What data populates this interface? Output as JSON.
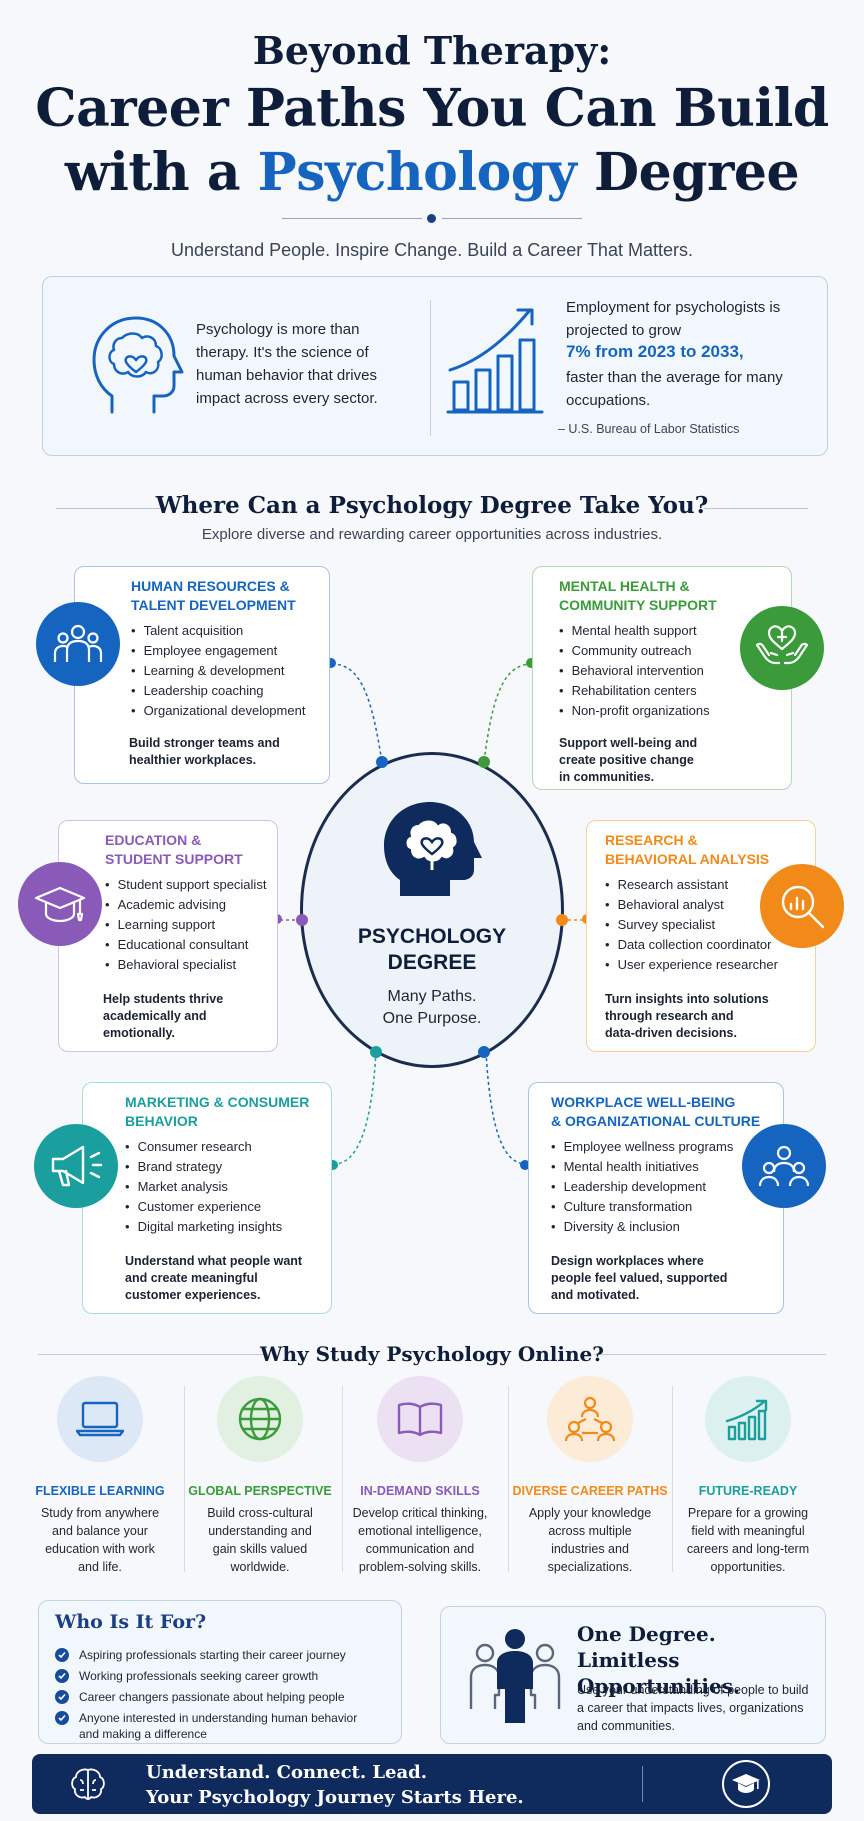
{
  "header": {
    "line1": "Beyond Therapy:",
    "line2": "Career Paths You Can Build",
    "line3_prefix": "with a ",
    "line3_accent": "Psychology",
    "line3_suffix": " Degree",
    "subtitle": "Understand People. Inspire Change. Build a Career That Matters."
  },
  "intro": {
    "left_text": "Psychology is more than therapy. It's the science of human behavior that drives impact across every sector.",
    "stat_prefix": "Employment for psychologists is projected to grow",
    "stat_accent": "7% from 2023 to 2033,",
    "stat_suffix": "faster than the average for many occupations.",
    "source": "– U.S. Bureau of Labor Statistics"
  },
  "where": {
    "title": "Where Can a Psychology Degree Take You?",
    "subtitle": "Explore diverse and rewarding career opportunities across industries."
  },
  "center": {
    "title_line1": "PSYCHOLOGY",
    "title_line2": "DEGREE",
    "tagline_line1": "Many Paths.",
    "tagline_line2": "One Purpose."
  },
  "careers": [
    {
      "title_line1": "HUMAN RESOURCES &",
      "title_line2": "TALENT DEVELOPMENT",
      "color": "#1565c0",
      "items": [
        "Talent acquisition",
        "Employee engagement",
        "Learning & development",
        "Leadership coaching",
        "Organizational development"
      ],
      "foot_line1": "Build stronger teams and",
      "foot_line2": "healthier workplaces.",
      "foot_line3": "",
      "icon": "team-icon"
    },
    {
      "title_line1": "MENTAL HEALTH &",
      "title_line2": "COMMUNITY SUPPORT",
      "color": "#3b9b3b",
      "items": [
        "Mental health support",
        "Community outreach",
        "Behavioral intervention",
        "Rehabilitation centers",
        "Non-profit organizations"
      ],
      "foot_line1": "Support well-being and",
      "foot_line2": "create positive change",
      "foot_line3": "in communities.",
      "icon": "caring-hands-icon"
    },
    {
      "title_line1": "EDUCATION &",
      "title_line2": "STUDENT SUPPORT",
      "color": "#8a5ab8",
      "items": [
        "Student support specialist",
        "Academic advising",
        "Learning support",
        "Educational consultant",
        "Behavioral specialist"
      ],
      "foot_line1": "Help students thrive",
      "foot_line2": "academically and",
      "foot_line3": "emotionally.",
      "icon": "graduation-cap-icon"
    },
    {
      "title_line1": "RESEARCH &",
      "title_line2": "BEHAVIORAL ANALYSIS",
      "color": "#f28a1a",
      "items": [
        "Research assistant",
        "Behavioral analyst",
        "Survey specialist",
        "Data collection coordinator",
        "User experience researcher"
      ],
      "foot_line1": "Turn insights into solutions",
      "foot_line2": "through research and",
      "foot_line3": "data-driven decisions.",
      "icon": "magnifier-chart-icon"
    },
    {
      "title_line1": "MARKETING & CONSUMER",
      "title_line2": "BEHAVIOR",
      "color": "#1a9e9e",
      "items": [
        "Consumer research",
        "Brand strategy",
        "Market analysis",
        "Customer experience",
        "Digital marketing insights"
      ],
      "foot_line1": "Understand what people want",
      "foot_line2": "and create meaningful",
      "foot_line3": "customer experiences.",
      "icon": "megaphone-icon"
    },
    {
      "title_line1": "WORKPLACE WELL-BEING",
      "title_line2": "& ORGANIZATIONAL CULTURE",
      "color": "#1565c0",
      "items": [
        "Employee wellness programs",
        "Mental health initiatives",
        "Leadership development",
        "Culture transformation",
        "Diversity & inclusion"
      ],
      "foot_line1": "Design workplaces where",
      "foot_line2": "people feel valued, supported",
      "foot_line3": "and motivated.",
      "icon": "group-icon"
    }
  ],
  "why": {
    "title": "Why Study Psychology Online?",
    "items": [
      {
        "title": "FLEXIBLE LEARNING",
        "color": "#1565c0",
        "l1": "Study from anywhere",
        "l2": "and balance your",
        "l3": "education with work",
        "l4": "and life.",
        "icon": "laptop-icon"
      },
      {
        "title": "GLOBAL PERSPECTIVE",
        "color": "#3b9b3b",
        "l1": "Build cross-cultural",
        "l2": "understanding and",
        "l3": "gain skills valued",
        "l4": "worldwide.",
        "icon": "globe-icon"
      },
      {
        "title": "IN-DEMAND SKILLS",
        "color": "#8a5ab8",
        "l1": "Develop critical thinking,",
        "l2": "emotional intelligence,",
        "l3": "communication and",
        "l4": "problem-solving skills.",
        "icon": "book-icon"
      },
      {
        "title": "DIVERSE CAREER PATHS",
        "color": "#f28a1a",
        "l1": "Apply your knowledge",
        "l2": "across multiple",
        "l3": "industries and",
        "l4": "specializations.",
        "icon": "network-icon"
      },
      {
        "title": "FUTURE-READY",
        "color": "#1a9e9e",
        "l1": "Prepare for a growing",
        "l2": "field with meaningful",
        "l3": "careers and long-term",
        "l4": "opportunities.",
        "icon": "growth-chart-icon"
      }
    ]
  },
  "who": {
    "title": "Who Is It For?",
    "items": [
      "Aspiring professionals starting their career journey",
      "Working professionals seeking career growth",
      "Career changers passionate about helping people",
      "Anyone interested in understanding human behavior and making a difference"
    ]
  },
  "one": {
    "title_line1": "One Degree.",
    "title_line2": "Limitless Opportunities.",
    "text": "Use your understanding of people to build a career that impacts lives, organizations and communities."
  },
  "footer": {
    "line1": "Understand. Connect. Lead.",
    "line2": "Your Psychology Journey Starts Here."
  }
}
